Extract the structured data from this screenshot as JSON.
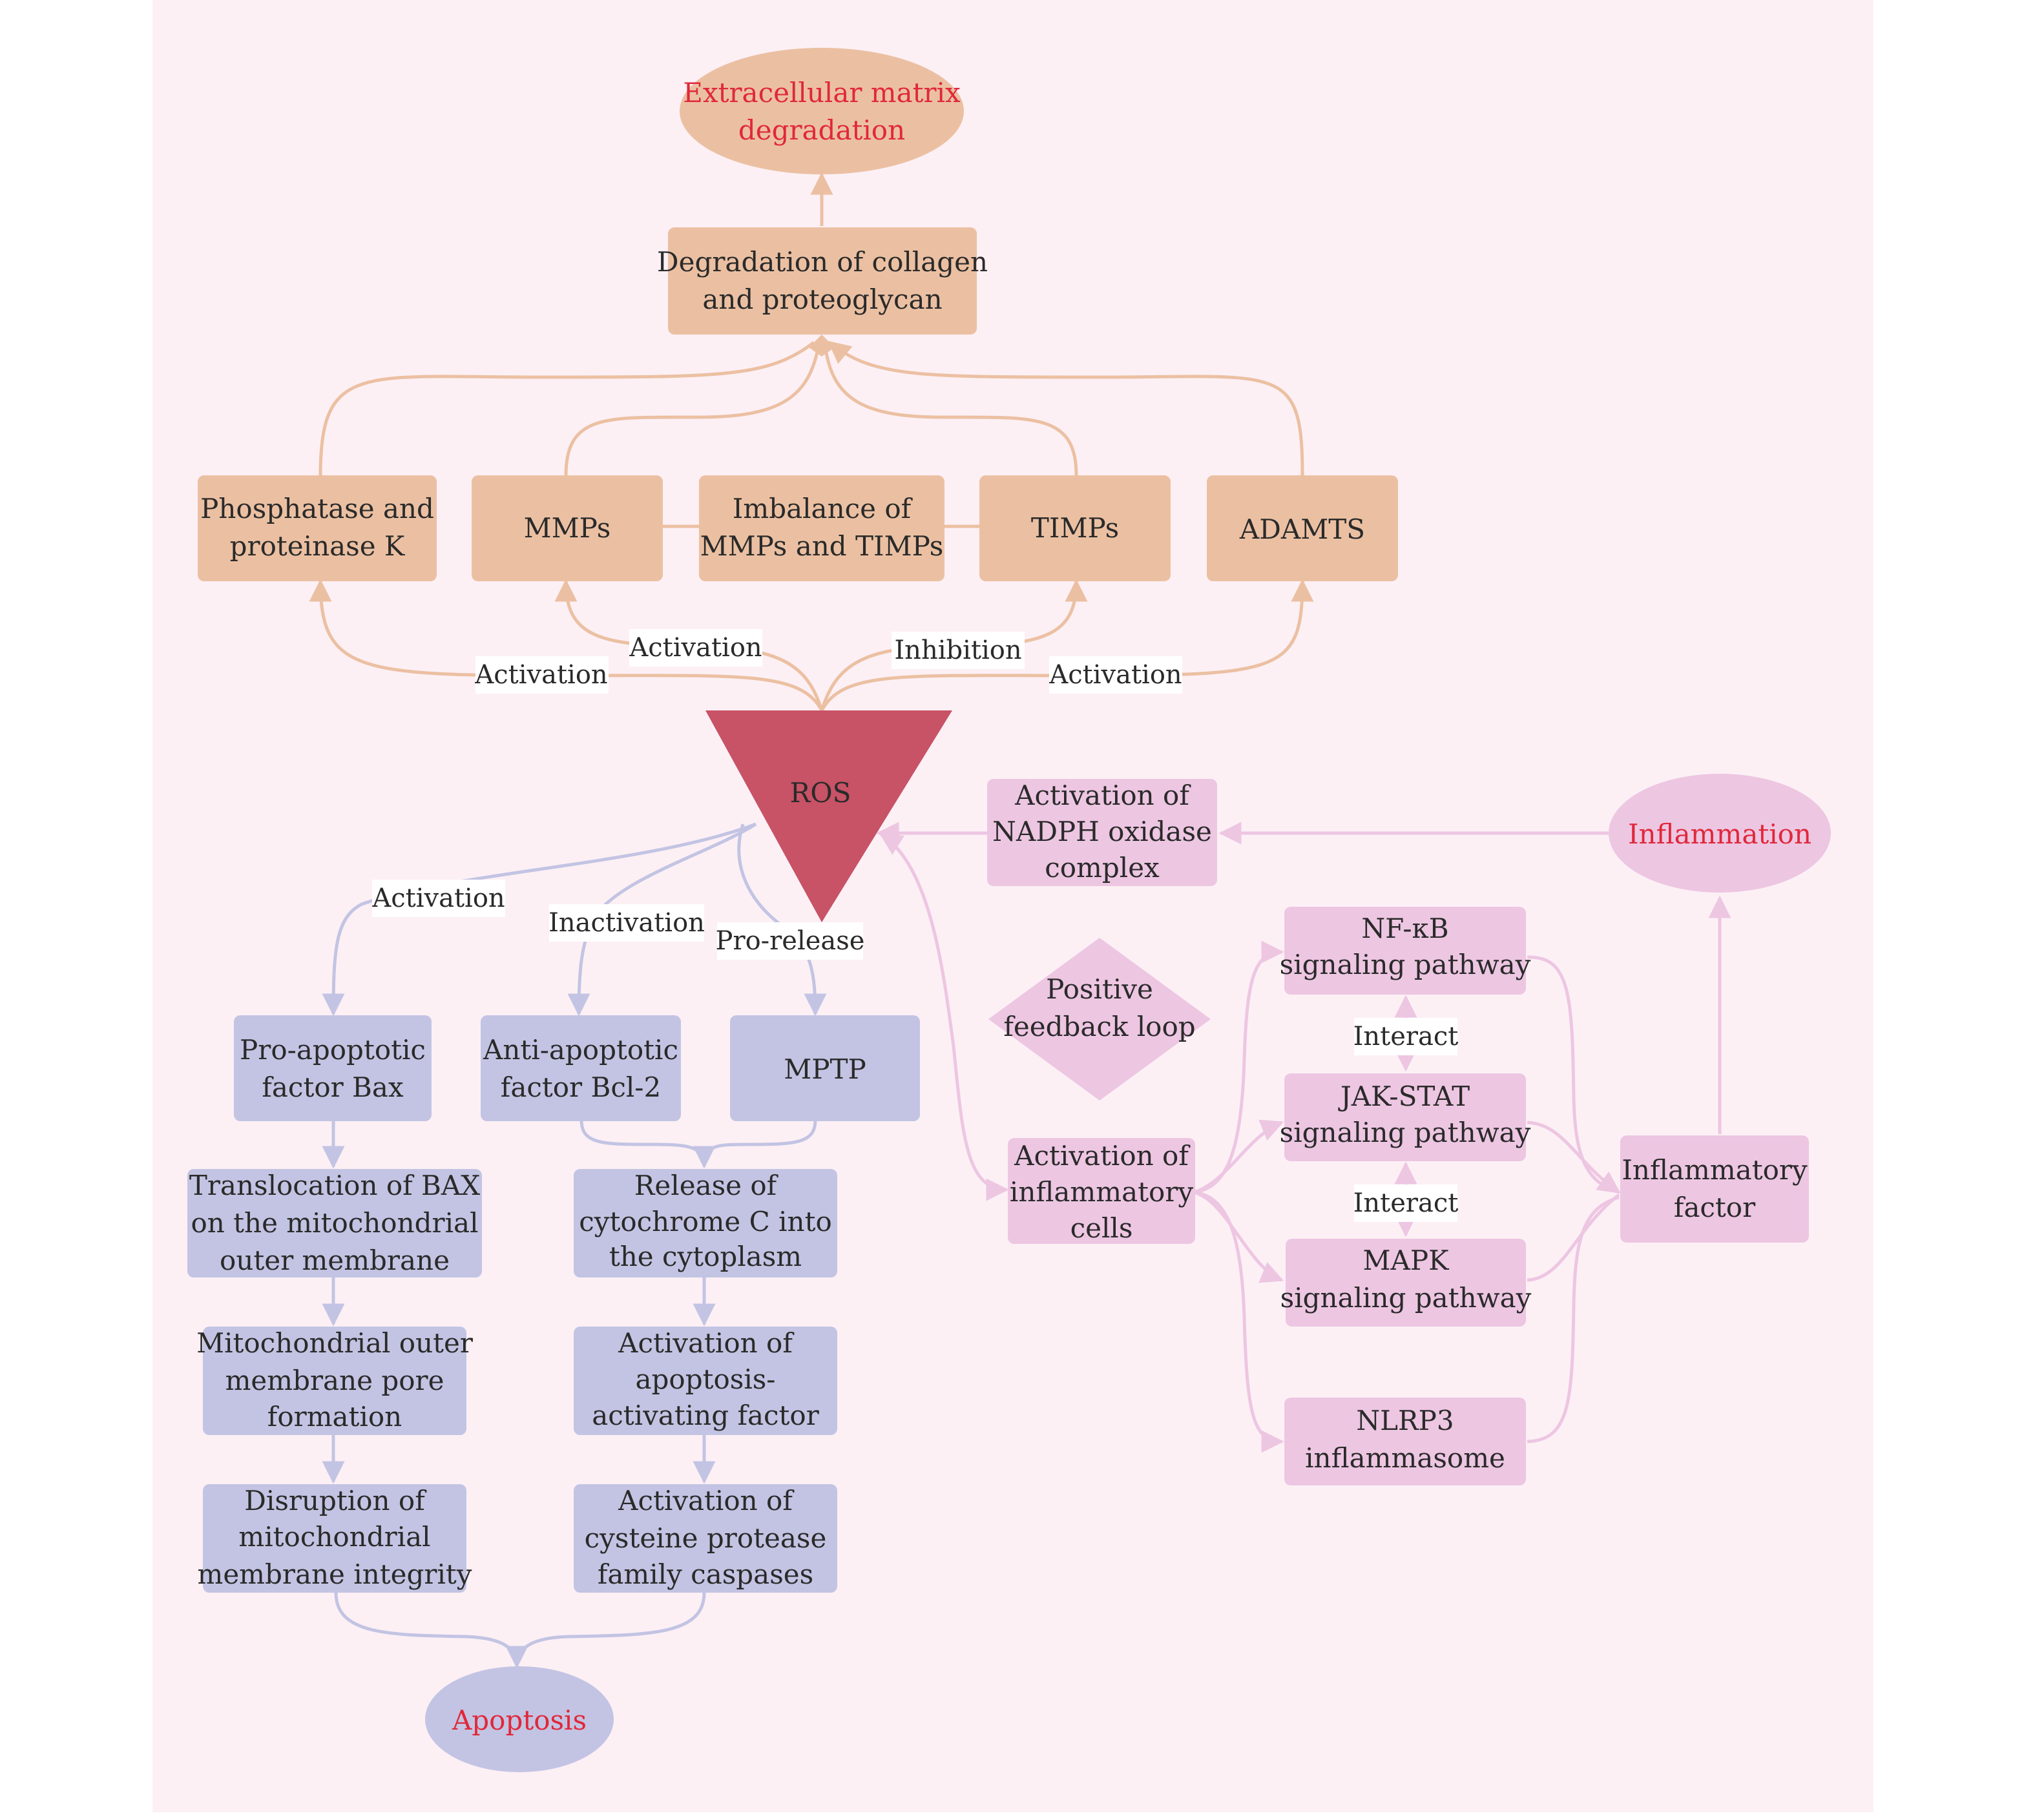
{
  "colors": {
    "background": "#fcf0f5",
    "orange_node": "#ebc0a2",
    "orange_line": "#ebc0a2",
    "purple_node": "#c3c4e3",
    "purple_line": "#c3c4e3",
    "pink_node": "#edc6e2",
    "pink_line": "#edc6e2",
    "ros": "#c85266",
    "red_text": "#e0283a",
    "text": "#2a2a2a"
  },
  "nodes": {
    "ecm": [
      "Extracellular matrix",
      "degradation"
    ],
    "degradation": [
      "Degradation of collagen",
      "and proteoglycan"
    ],
    "phosphatase": [
      "Phosphatase and",
      "proteinase K"
    ],
    "mmps": [
      "MMPs"
    ],
    "imbalance": [
      "Imbalance of",
      "MMPs and TIMPs"
    ],
    "timps": [
      "TIMPs"
    ],
    "adamts": [
      "ADAMTS"
    ],
    "ros": [
      "ROS"
    ],
    "nadph": [
      "Activation of",
      "NADPH oxidase",
      "complex"
    ],
    "inflammation": [
      "Inflammation"
    ],
    "feedback": [
      "Positive",
      "feedback loop"
    ],
    "inflam_cells": [
      "Activation of",
      "inflammatory",
      "cells"
    ],
    "nfkb": [
      "NF-κB",
      "signaling pathway"
    ],
    "jakstat": [
      "JAK-STAT",
      "signaling pathway"
    ],
    "mapk": [
      "MAPK",
      "signaling pathway"
    ],
    "nlrp3": [
      "NLRP3",
      "inflammasome"
    ],
    "inflam_factor": [
      "Inflammatory",
      "factor"
    ],
    "bax": [
      "Pro-apoptotic",
      "factor Bax"
    ],
    "bcl2": [
      "Anti-apoptotic",
      "factor Bcl-2"
    ],
    "mptp": [
      "MPTP"
    ],
    "translocation": [
      "Translocation of BAX",
      "on the mitochondrial",
      "outer membrane"
    ],
    "pore": [
      "Mitochondrial outer",
      "membrane pore",
      "formation"
    ],
    "disruption": [
      "Disruption of",
      "mitochondrial",
      "membrane integrity"
    ],
    "cytochrome": [
      "Release of",
      "cytochrome C into",
      "the cytoplasm"
    ],
    "apaf": [
      "Activation of",
      "apoptosis-",
      "activating factor"
    ],
    "caspases": [
      "Activation of",
      "cysteine protease",
      "family caspases"
    ],
    "apoptosis": [
      "Apoptosis"
    ]
  },
  "edge_labels": {
    "activation_phosphatase": "Activation",
    "activation_mmps": "Activation",
    "inhibition_timps": "Inhibition",
    "activation_adamts": "Activation",
    "activation_bax": "Activation",
    "inactivation_bcl2": "Inactivation",
    "prorelease_mptp": "Pro-release",
    "interact_1": "Interact",
    "interact_2": "Interact"
  }
}
